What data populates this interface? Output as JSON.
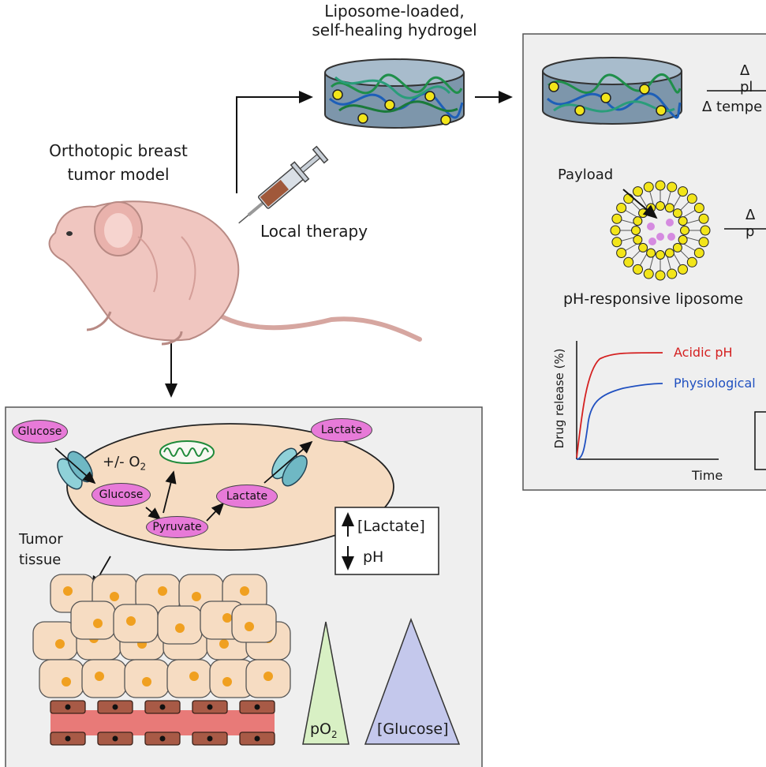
{
  "hydrogel": {
    "label_line1": "Liposome-loaded,",
    "label_line2": "self-healing hydrogel"
  },
  "mouse": {
    "label_line1": "Orthotopic breast",
    "label_line2": "tumor model",
    "therapy_label": "Local therapy"
  },
  "right_panel": {
    "delta_ph_top": "Δ pl",
    "delta_temp": "Δ tempe",
    "payload_label": "Payload",
    "delta_ph_mid": "Δ p",
    "liposome_label": "pH-responsive liposome",
    "chart": {
      "ylabel": "Drug release (%)",
      "xlabel": "Time",
      "series": [
        {
          "name": "Acidic pH",
          "color": "#d42020"
        },
        {
          "name": "Physiological",
          "color": "#2050c0"
        }
      ]
    }
  },
  "tumor_panel": {
    "glucose_out": "Glucose",
    "glucose_in": "Glucose",
    "oxygen": "+/- O",
    "oxygen_sub": "2",
    "pyruvate": "Pyruvate",
    "lactate_in": "Lactate",
    "lactate_out": "Lactate",
    "tumor_label_line1": "Tumor",
    "tumor_label_line2": "tissue",
    "lactate_box": "[Lactate]",
    "ph_box": "pH",
    "po2_label": "pO",
    "po2_sub": "2",
    "glucose_gradient": "[Glucose]"
  }
}
